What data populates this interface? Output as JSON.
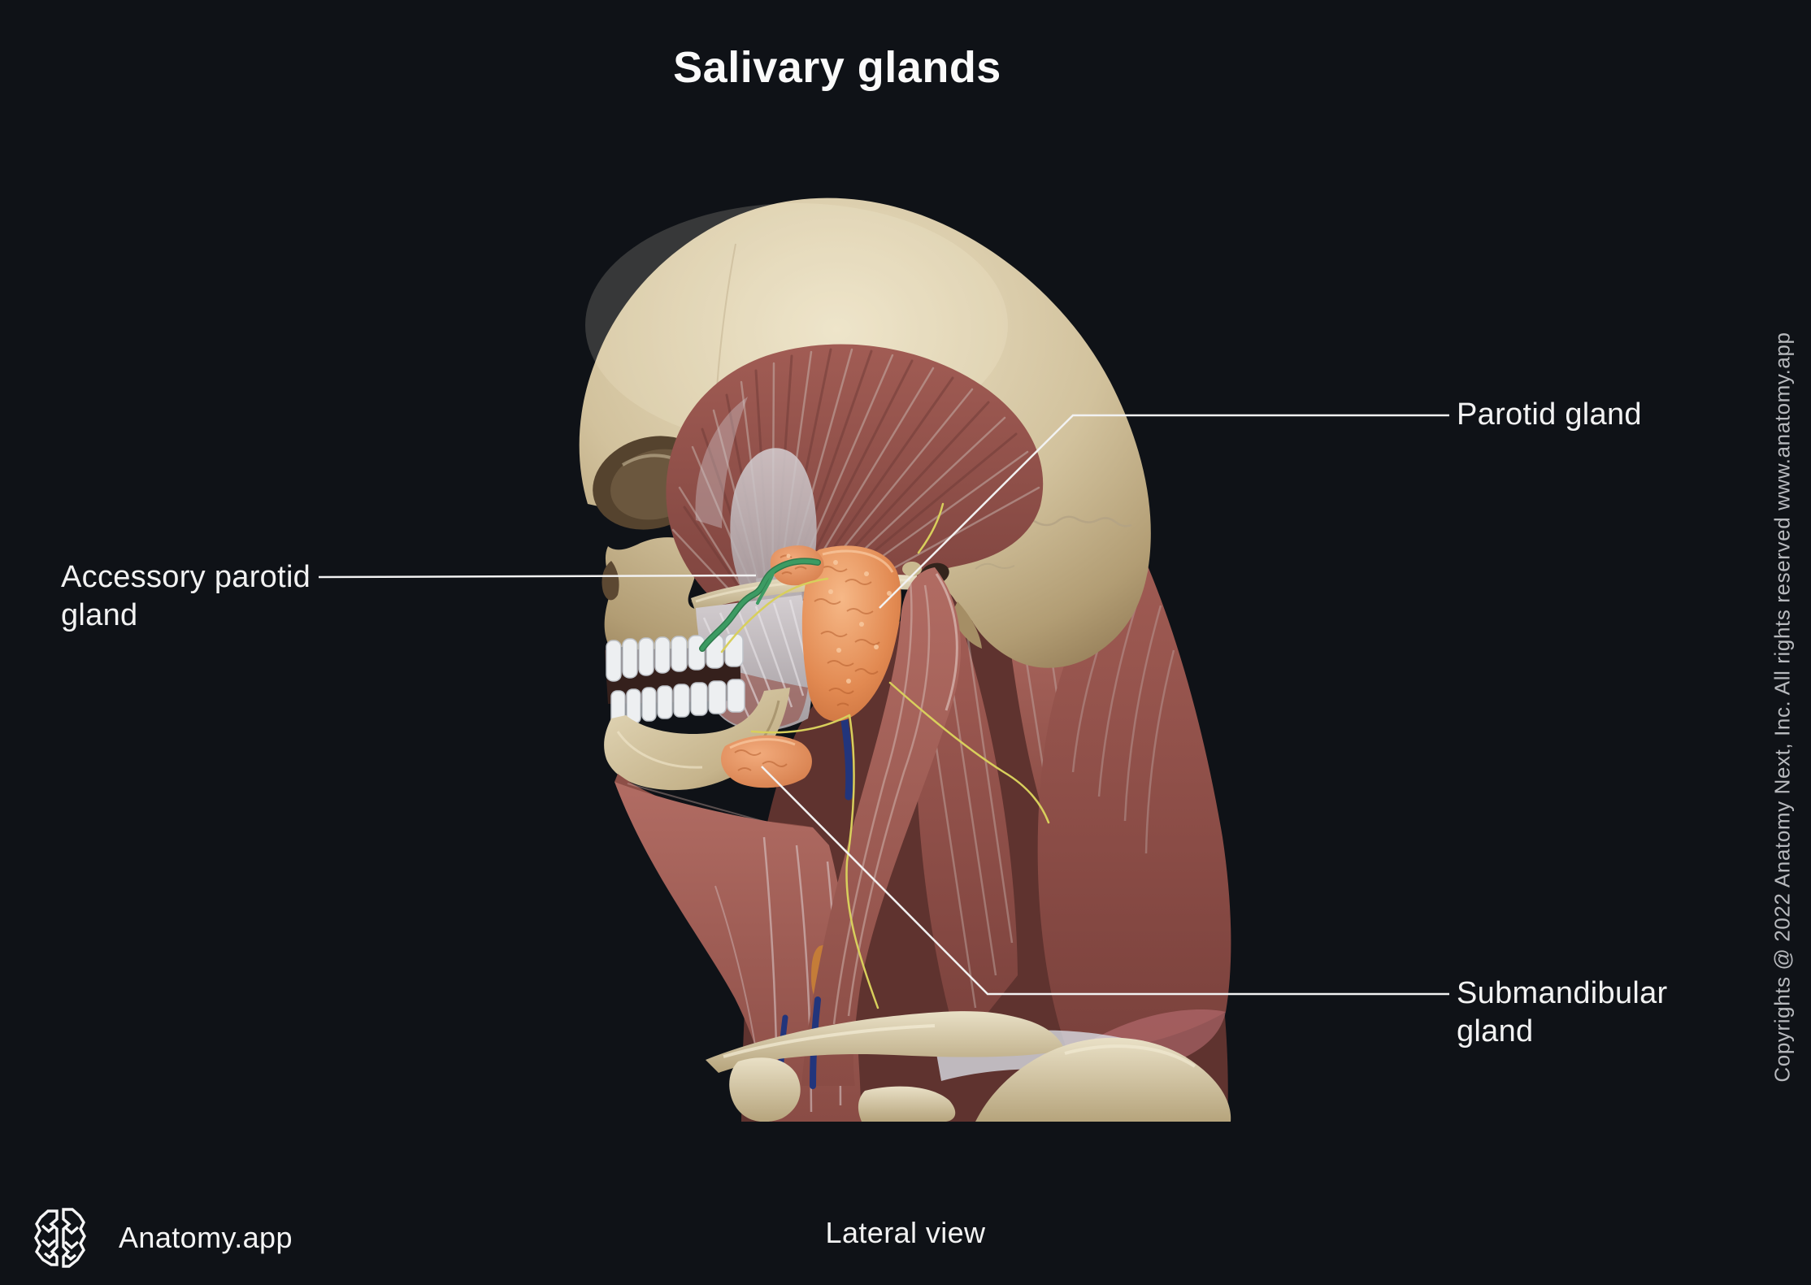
{
  "header": {
    "title": "Salivary glands"
  },
  "labels": {
    "parotid": {
      "text": "Parotid gland"
    },
    "accessory_parotid": {
      "line1": "Accessory parotid",
      "line2": "gland"
    },
    "submandibular": {
      "line1": "Submandibular",
      "line2": "gland"
    }
  },
  "footer": {
    "brand": "Anatomy.app",
    "view_caption": "Lateral view",
    "copyright": "Copyrights @ 2022 Anatomy Next, Inc. All rights reserved www.anatomy.app"
  },
  "icons": {
    "logo": "brain-logo-icon"
  },
  "colors": {
    "background": "#0f1217",
    "text_primary": "#f5f5f5",
    "text_muted": "#b7b9bd",
    "leader_line": "#f2f2f2",
    "gland_orange": "#e08a4f",
    "muscle_red": "#9a5750",
    "bone_beige": "#d3c5a3",
    "duct_green": "#3c9b63",
    "nerve_yellow": "#d8cf5c",
    "vein_blue": "#22357c"
  }
}
